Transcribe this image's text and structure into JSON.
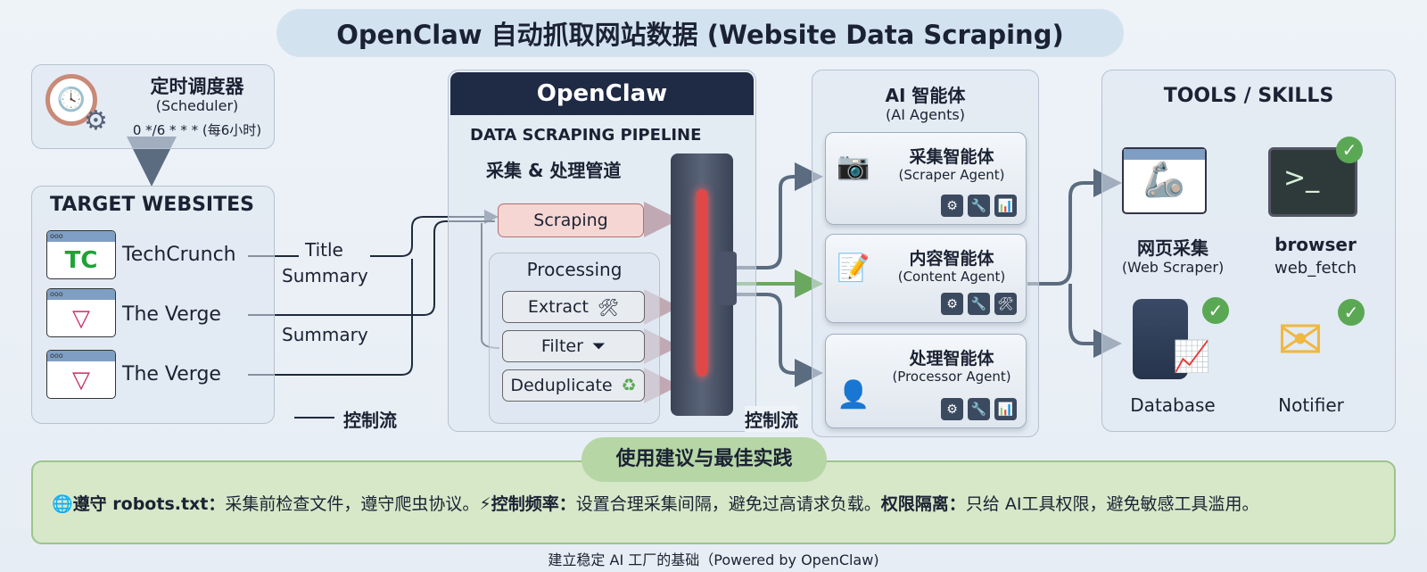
{
  "title": "OpenClaw 自动抓取网站数据 (Website Data Scraping)",
  "scheduler": {
    "name": "定时调度器",
    "subtitle": "(Scheduler)",
    "cron": "0 */6 * * * (每6小时)"
  },
  "targets": {
    "heading": "TARGET WEBSITES",
    "sites": [
      {
        "name": "TechCrunch",
        "logo": "TC"
      },
      {
        "name": "The Verge",
        "logo": "▽"
      },
      {
        "name": "The Verge",
        "logo": "▽"
      }
    ]
  },
  "flow_labels": {
    "title": "Title",
    "summary1": "Summary",
    "summary2": "Summary",
    "control_left": "控制流",
    "control_right": "控制流"
  },
  "pipeline": {
    "header": "OpenClaw",
    "title": "DATA SCRAPING PIPELINE",
    "subtitle": "采集 & 处理管道",
    "scraping": "Scraping",
    "processing": "Processing",
    "steps": [
      {
        "label": "Extract",
        "icon": "🛠"
      },
      {
        "label": "Filter",
        "icon": "⏷"
      },
      {
        "label": "Deduplicate",
        "icon": "♻"
      }
    ]
  },
  "agents": {
    "title": "AI 智能体",
    "subtitle": "(AI Agents)",
    "items": [
      {
        "name": "采集智能体",
        "sub": "(Scraper Agent)",
        "icon": "📷"
      },
      {
        "name": "内容智能体",
        "sub": "(Content Agent)",
        "icon": "📝"
      },
      {
        "name": "处理智能体",
        "sub": "(Processor Agent)",
        "icon": "👤"
      }
    ]
  },
  "tools": {
    "title": "TOOLS / SKILLS",
    "web_scraper": "网页采集",
    "web_scraper_sub": "(Web Scraper)",
    "browser": "browser",
    "browser_sub": "web_fetch",
    "database": "Database",
    "notifier": "Notifier",
    "terminal_prompt": ">_"
  },
  "practices": {
    "title": "使用建议与最佳实践",
    "items": [
      {
        "icon": "🌐",
        "label": "遵守 robots.txt：",
        "text": "采集前检查文件，遵守爬虫协议。"
      },
      {
        "icon": "⚡",
        "label": "控制频率：",
        "text": "设置合理采集间隔，避免过高请求负载。"
      },
      {
        "icon": "",
        "label": "权限隔离：",
        "text": "只给 AI工具权限，避免敏感工具滥用。"
      }
    ]
  },
  "footer": "建立稳定 AI 工厂的基础（Powered by OpenClaw)"
}
